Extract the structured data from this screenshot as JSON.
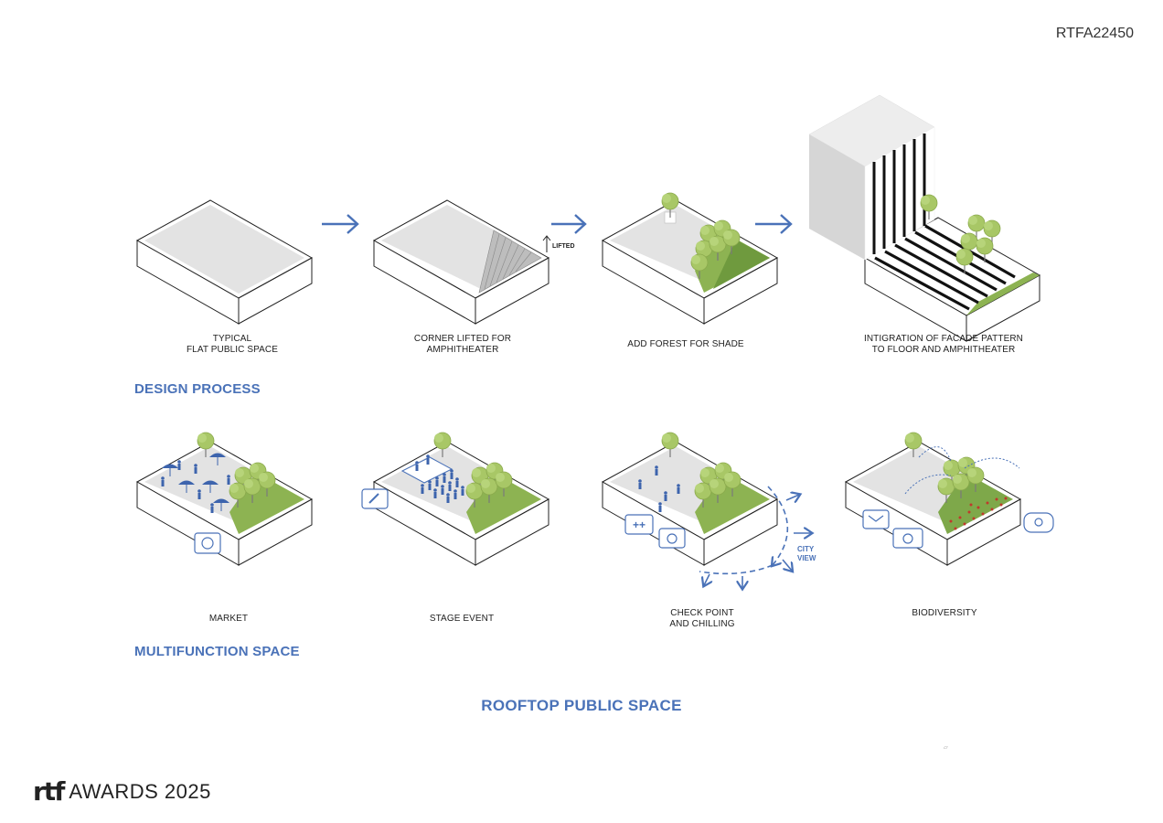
{
  "project_code": "RTFA22450",
  "design_process": {
    "title": "DESIGN PROCESS",
    "steps": [
      {
        "line1": "TYPICAL",
        "line2": "FLAT PUBLIC SPACE"
      },
      {
        "line1": "CORNER LIFTED FOR",
        "line2": "AMPHITHEATER",
        "tag": "LIFTED"
      },
      {
        "line1": "ADD FOREST FOR SHADE",
        "line2": ""
      },
      {
        "line1": "INTIGRATION OF FACADE PATTERN",
        "line2": "TO FLOOR AND AMPHITHEATER"
      }
    ]
  },
  "multifunction": {
    "title": "MULTIFUNCTION SPACE",
    "items": [
      {
        "line1": "MARKET",
        "line2": ""
      },
      {
        "line1": "STAGE EVENT",
        "line2": ""
      },
      {
        "line1": "CHECK POINT",
        "line2": "AND CHILLING",
        "tag_line1": "CITY",
        "tag_line2": "VIEW"
      },
      {
        "line1": "BIODIVERSITY",
        "line2": ""
      }
    ]
  },
  "main_title": "ROOFTOP PUBLIC SPACE",
  "logo": {
    "mark": "rtf",
    "text": "AWARDS 2025"
  },
  "colors": {
    "accent": "#4a72b8",
    "tree": "#9bbd5a",
    "grass": "#7ea84a",
    "slab": "#e3e3e3",
    "flower": "#c0392b"
  }
}
